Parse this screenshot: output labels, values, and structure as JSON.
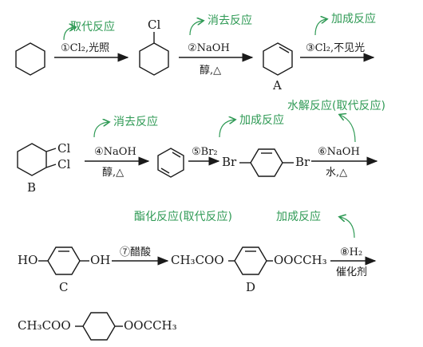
{
  "row1": {
    "step1_annot": "取代反应",
    "step1_cond": "①Cl₂,光照",
    "cl_label": "Cl",
    "step2_annot": "消去反应",
    "step2_cond1": "②NaOH",
    "step2_cond2": "醇,△",
    "compound_A": "A",
    "step3_annot": "加成反应",
    "step3_cond": "③Cl₂,不见光"
  },
  "row2": {
    "b_cl1": "Cl",
    "b_cl2": "Cl",
    "compound_B": "B",
    "step4_annot": "消去反应",
    "step4_cond1": "④NaOH",
    "step4_cond2": "醇,△",
    "step5_annot": "加成反应",
    "step5_cond": "⑤Br₂",
    "br_left": "Br",
    "br_right": "Br",
    "step6_annot": "水解反应(取代反应)",
    "step6_cond1": "⑥NaOH",
    "step6_cond2": "水,△"
  },
  "row3": {
    "c_left": "HO",
    "c_right": "OH",
    "compound_C": "C",
    "step7_annot": "酯化反应(取代反应)",
    "step7_cond": "⑦醋酸",
    "d_left": "CH₃COO",
    "d_right": "OOCCH₃",
    "compound_D": "D",
    "step8_annot": "加成反应",
    "step8_cond1": "⑧H₂",
    "step8_cond2": "催化剂"
  },
  "row4": {
    "e_left": "CH₃COO",
    "e_right": "OOCCH₃"
  }
}
